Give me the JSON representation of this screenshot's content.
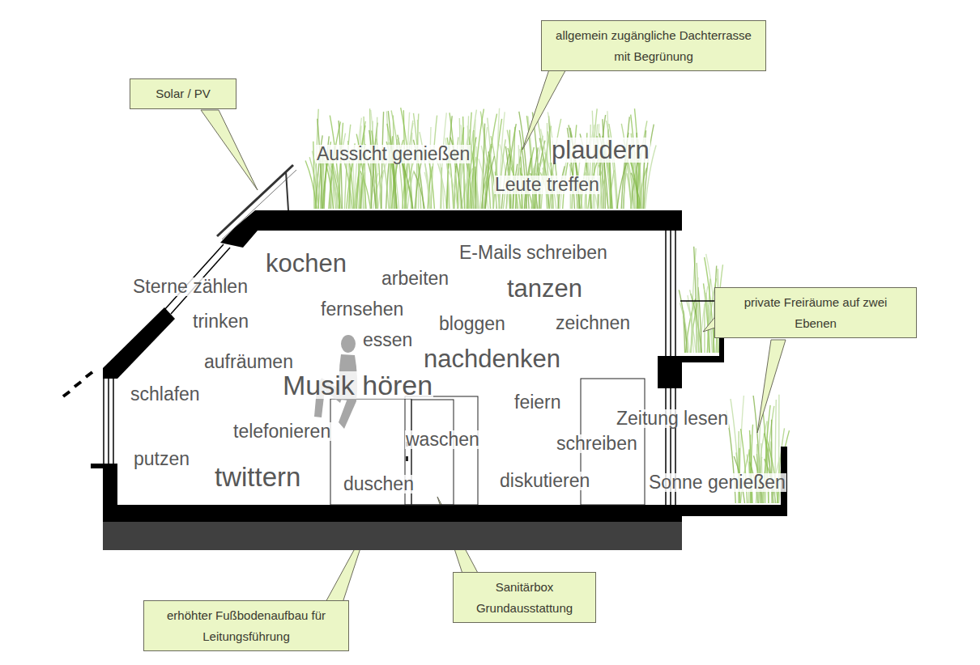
{
  "diagram": {
    "nodes": [
      {
        "text": [
          "allgemein zugängliche Dachterrasse mit Begrünung"
        ]
      },
      {
        "text": [
          "Solar / PV"
        ]
      },
      {
        "text": [
          "private Freiräume auf zwei Ebenen"
        ]
      },
      {
        "text": [
          "Sanitärbox Grundausstattung"
        ]
      },
      {
        "text": [
          "erhöhter Fußbodenaufbau für Leitungsführung"
        ]
      }
    ],
    "labels": [
      "Aussicht genießen",
      "plaudern",
      "Leute treffen",
      "kochen",
      "arbeiten",
      "E-Mails schreiben",
      "tanzen",
      "Sterne zählen",
      "trinken",
      "fernsehen",
      "bloggen",
      "zeichnen",
      "essen",
      "aufräumen",
      "nachdenken",
      "Musik hören",
      "schlafen",
      "feiern",
      "Zeitung lesen",
      "telefonieren",
      "waschen",
      "schreiben",
      "putzen",
      "twittern",
      "duschen",
      "diskutieren",
      "Sonne genießen"
    ]
  }
}
